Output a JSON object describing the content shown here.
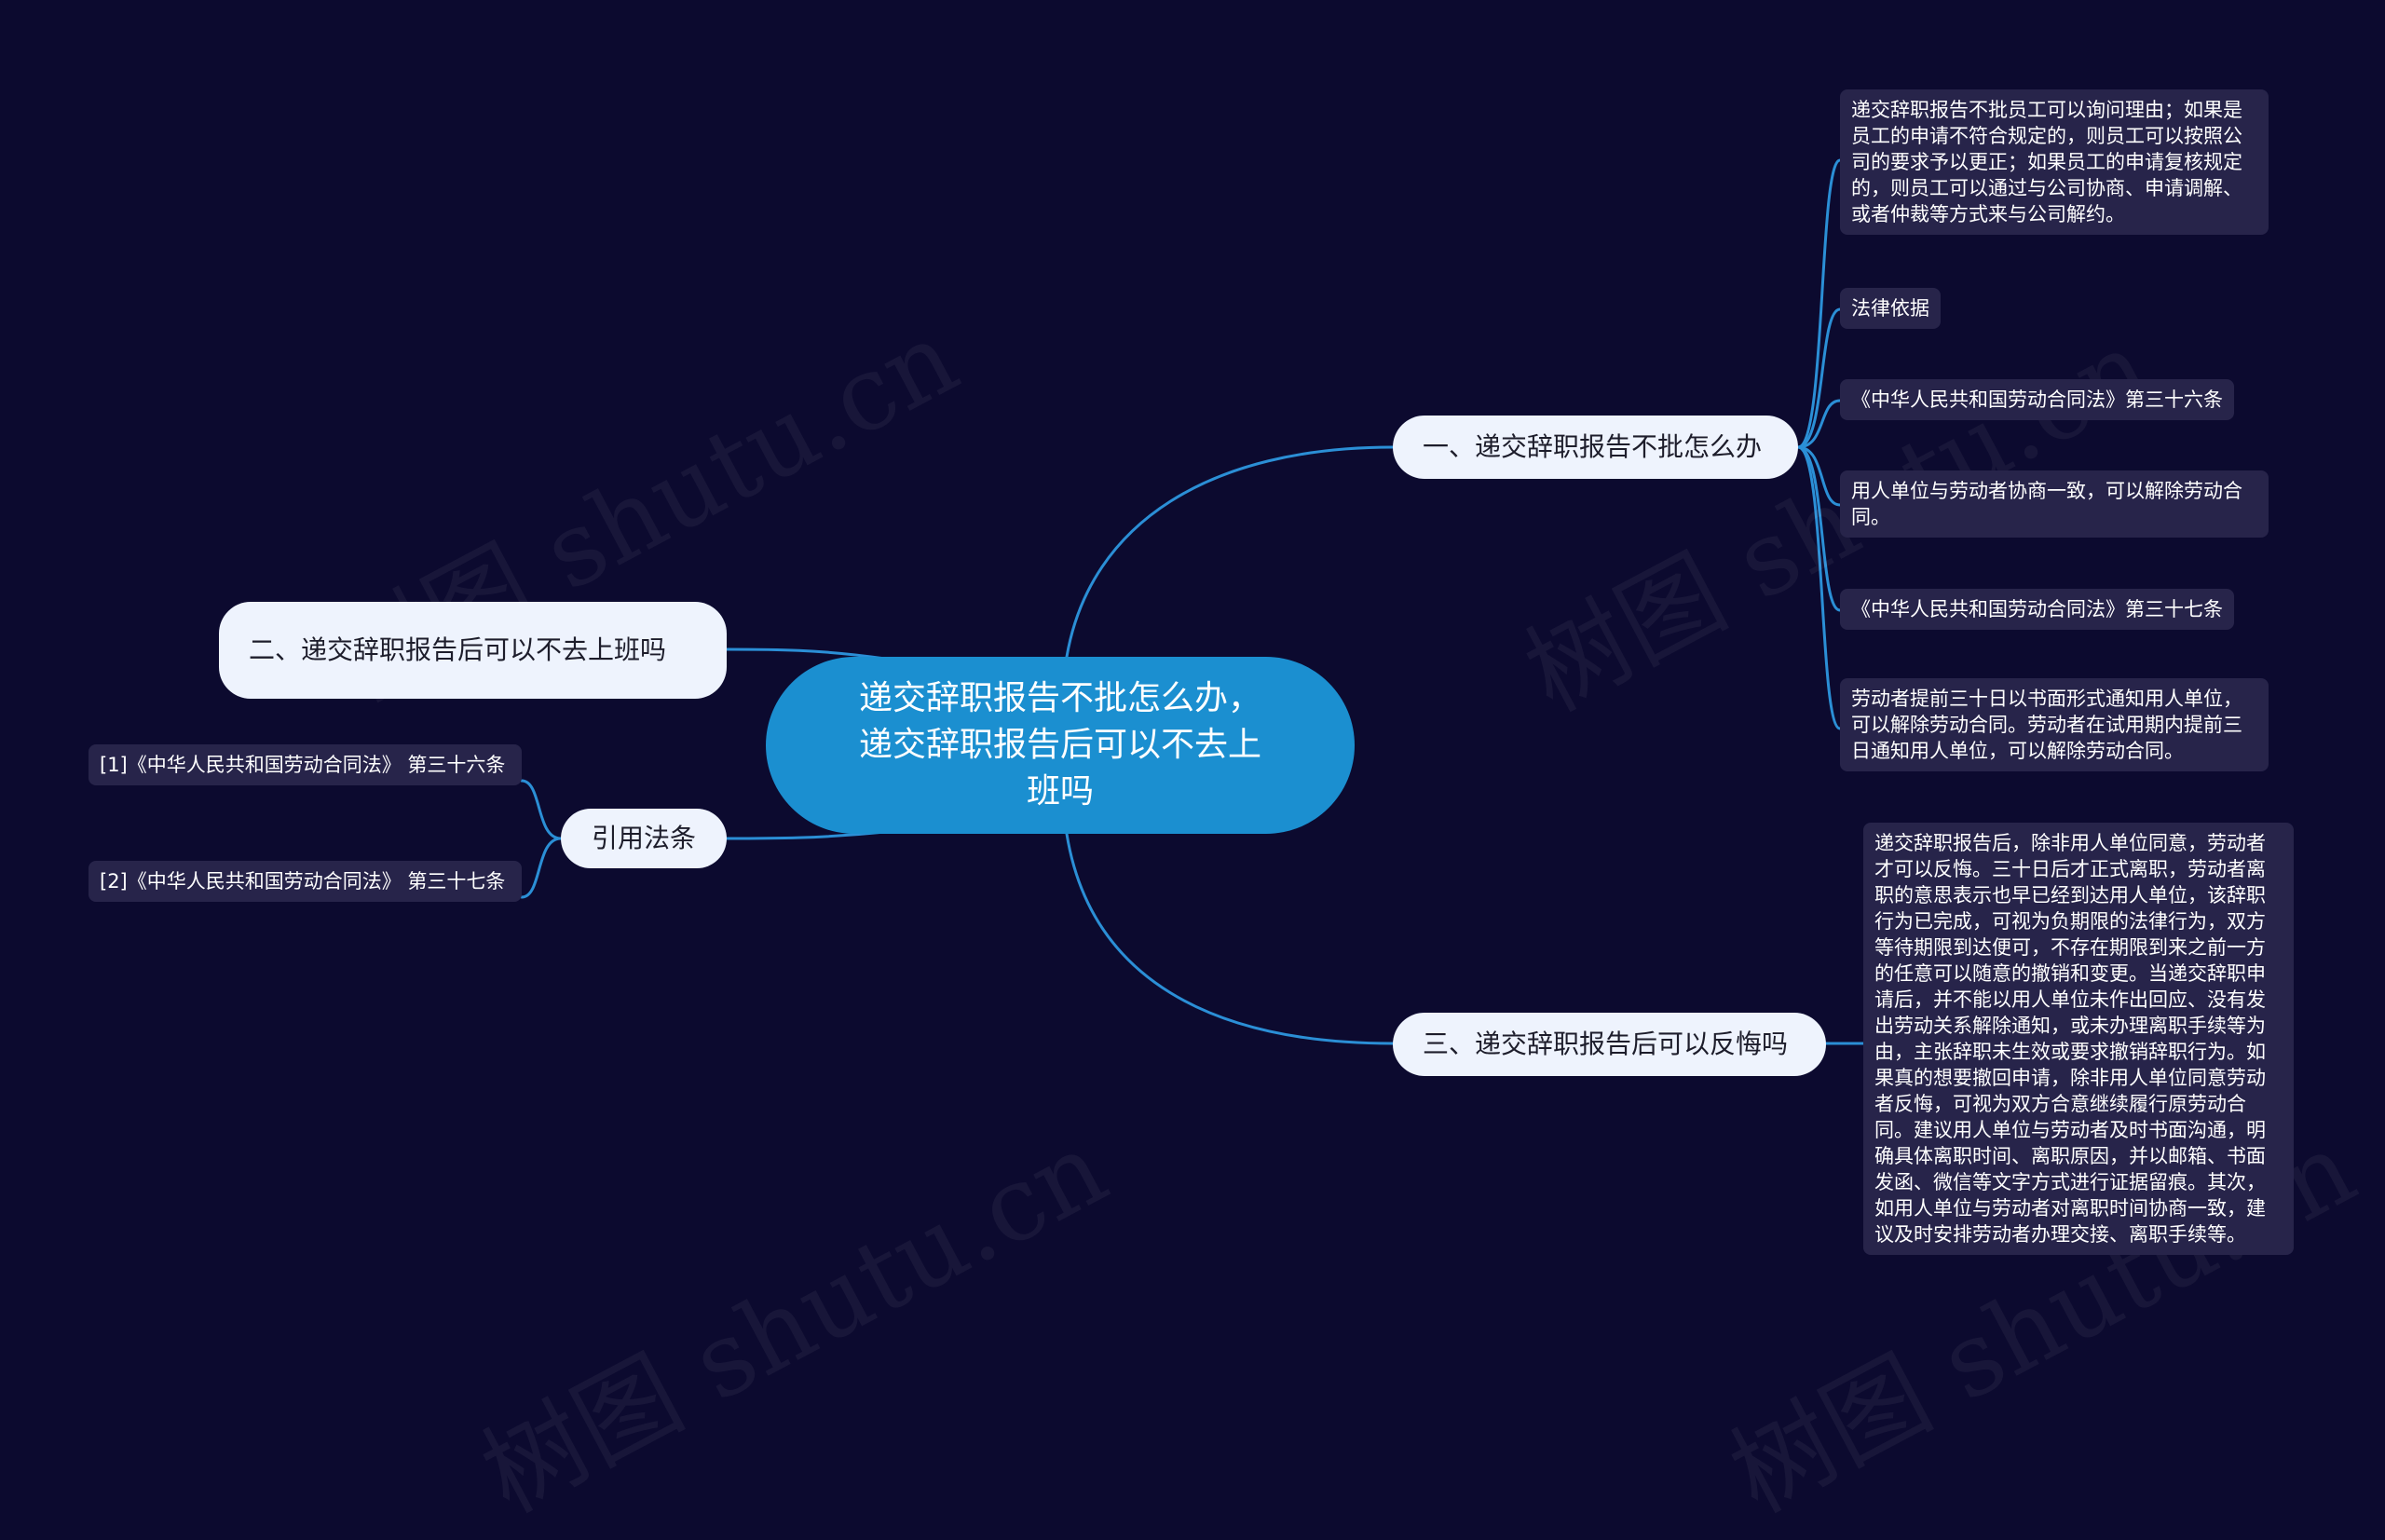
{
  "root": {
    "text": "递交辞职报告不批怎么办，递交辞职报告后可以不去上班吗"
  },
  "branches": {
    "b1": {
      "text": "一、递交辞职报告不批怎么办"
    },
    "b2": {
      "text": "二、递交辞职报告后可以不去上班吗"
    },
    "b3": {
      "text": "三、递交辞职报告后可以反悔吗"
    },
    "b4": {
      "text": "引用法条"
    }
  },
  "leaves": {
    "l1": "递交辞职报告不批员工可以询问理由；如果是员工的申请不符合规定的，则员工可以按照公司的要求予以更正；如果员工的申请复核规定的，则员工可以通过与公司协商、申请调解、或者仲裁等方式来与公司解约。",
    "l2": "法律依据",
    "l3": "《中华人民共和国劳动合同法》第三十六条",
    "l4": "用人单位与劳动者协商一致，可以解除劳动合同。",
    "l5": "《中华人民共和国劳动合同法》第三十七条",
    "l6": "劳动者提前三十日以书面形式通知用人单位，可以解除劳动合同。劳动者在试用期内提前三日通知用人单位，可以解除劳动合同。",
    "l7": "递交辞职报告后，除非用人单位同意，劳动者才可以反悔。三十日后才正式离职，劳动者离职的意思表示也早已经到达用人单位，该辞职行为已完成，可视为负期限的法律行为，双方等待期限到达便可，不存在期限到来之前一方的任意可以随意的撤销和变更。当递交辞职申请后，并不能以用人单位未作出回应、没有发出劳动关系解除通知，或未办理离职手续等为由，主张辞职未生效或要求撤销辞职行为。如果真的想要撤回申请，除非用人单位同意劳动者反悔，可视为双方合意继续履行原劳动合同。建议用人单位与劳动者及时书面沟通，明确具体离职时间、离职原因，并以邮箱、书面发函、微信等文字方式进行证据留痕。其次，如用人单位与劳动者对离职时间协商一致，建议及时安排劳动者办理交接、离职手续等。",
    "l8": "[1]《中华人民共和国劳动合同法》 第三十六条",
    "l9": "[2]《中华人民共和国劳动合同法》 第三十七条"
  },
  "watermark": "树图 shutu.cn",
  "colors": {
    "background": "#0c0a2f",
    "root": "#1b8fd0",
    "branch": "#eef3fd",
    "leaf": "#27244a",
    "line": "#2b8fd6"
  }
}
